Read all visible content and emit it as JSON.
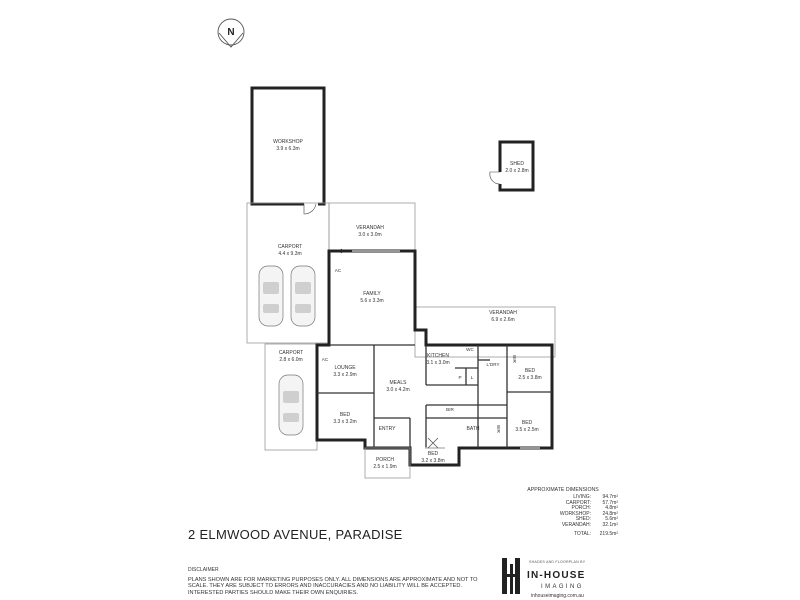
{
  "compass": {
    "letter": "N"
  },
  "rooms": {
    "workshop": {
      "name": "WORKSHOP",
      "dims": "3.9 x 6.3m"
    },
    "shed": {
      "name": "SHED",
      "dims": "2.0 x 2.8m"
    },
    "carport_main": {
      "name": "CARPORT",
      "dims": "4.4 x 9.3m"
    },
    "verandah_rear": {
      "name": "VERANDAH",
      "dims": "3.0 x 3.0m"
    },
    "family": {
      "name": "FAMILY",
      "dims": "5.6 x 3.3m"
    },
    "verandah_side": {
      "name": "VERANDAH",
      "dims": "6.9 x 2.6m"
    },
    "kitchen": {
      "name": "KITCHEN",
      "dims": "3.1 x 3.0m"
    },
    "carport_side": {
      "name": "CARPORT",
      "dims": "2.8 x 6.0m"
    },
    "lounge": {
      "name": "LOUNGE",
      "dims": "3.3 x 2.9m"
    },
    "meals": {
      "name": "MEALS",
      "dims": "3.0 x 4.2m"
    },
    "bed1": {
      "name": "BED",
      "dims": "3.3 x 3.2m"
    },
    "bed2": {
      "name": "BED",
      "dims": "2.5 x 3.8m"
    },
    "bed3": {
      "name": "BED",
      "dims": "3.5 x 2.5m"
    },
    "bed4": {
      "name": "BED",
      "dims": "3.2 x 3.8m"
    },
    "porch": {
      "name": "PORCH",
      "dims": "2.5 x 1.9m"
    },
    "entry": {
      "name": "ENTRY"
    },
    "wc": {
      "name": "WC"
    },
    "ldry": {
      "name": "L'DRY"
    },
    "bath": {
      "name": "BATH"
    },
    "pantry": {
      "name": "P"
    },
    "linen": {
      "name": "L"
    },
    "bir1": {
      "name": "BIR"
    },
    "bir2": {
      "name": "BIR"
    },
    "bir3": {
      "name": "BIR"
    },
    "ac1": {
      "name": "AC"
    },
    "ac2": {
      "name": "AC"
    }
  },
  "address": "2 ELMWOOD AVENUE, PARADISE",
  "disclaimer": {
    "title": "DISCLAIMER",
    "text": "PLANS SHOWN ARE FOR MARKETING PURPOSES ONLY. ALL DIMENSIONS ARE APPROXIMATE AND NOT TO SCALE. THEY ARE SUBJECT TO ERRORS AND INACCURACIES AND NO LIABILITY WILL BE ACCEPTED. INTERESTED PARTIES SHOULD MAKE THEIR OWN ENQUIRIES."
  },
  "dimensions": {
    "heading": "APPROXIMATE DIMENSIONS",
    "rows": [
      {
        "label": "LIVING:",
        "value": "94.7m²"
      },
      {
        "label": "CARPORT:",
        "value": "57.7m²"
      },
      {
        "label": "PORCH:",
        "value": "4.8m²"
      },
      {
        "label": "WORKSHOP:",
        "value": "24.8m²"
      },
      {
        "label": "SHED:",
        "value": "5.6m²"
      },
      {
        "label": "VERANDAH:",
        "value": "32.1m²"
      }
    ],
    "total_label": "TOTAL:",
    "total_value": "219.5m²"
  },
  "brand": {
    "caption": "SHADES AND FLOORPLAN BY",
    "name": "IN-HOUSE",
    "sub": "IMAGING",
    "site": "inhouseimaging.com.au"
  }
}
